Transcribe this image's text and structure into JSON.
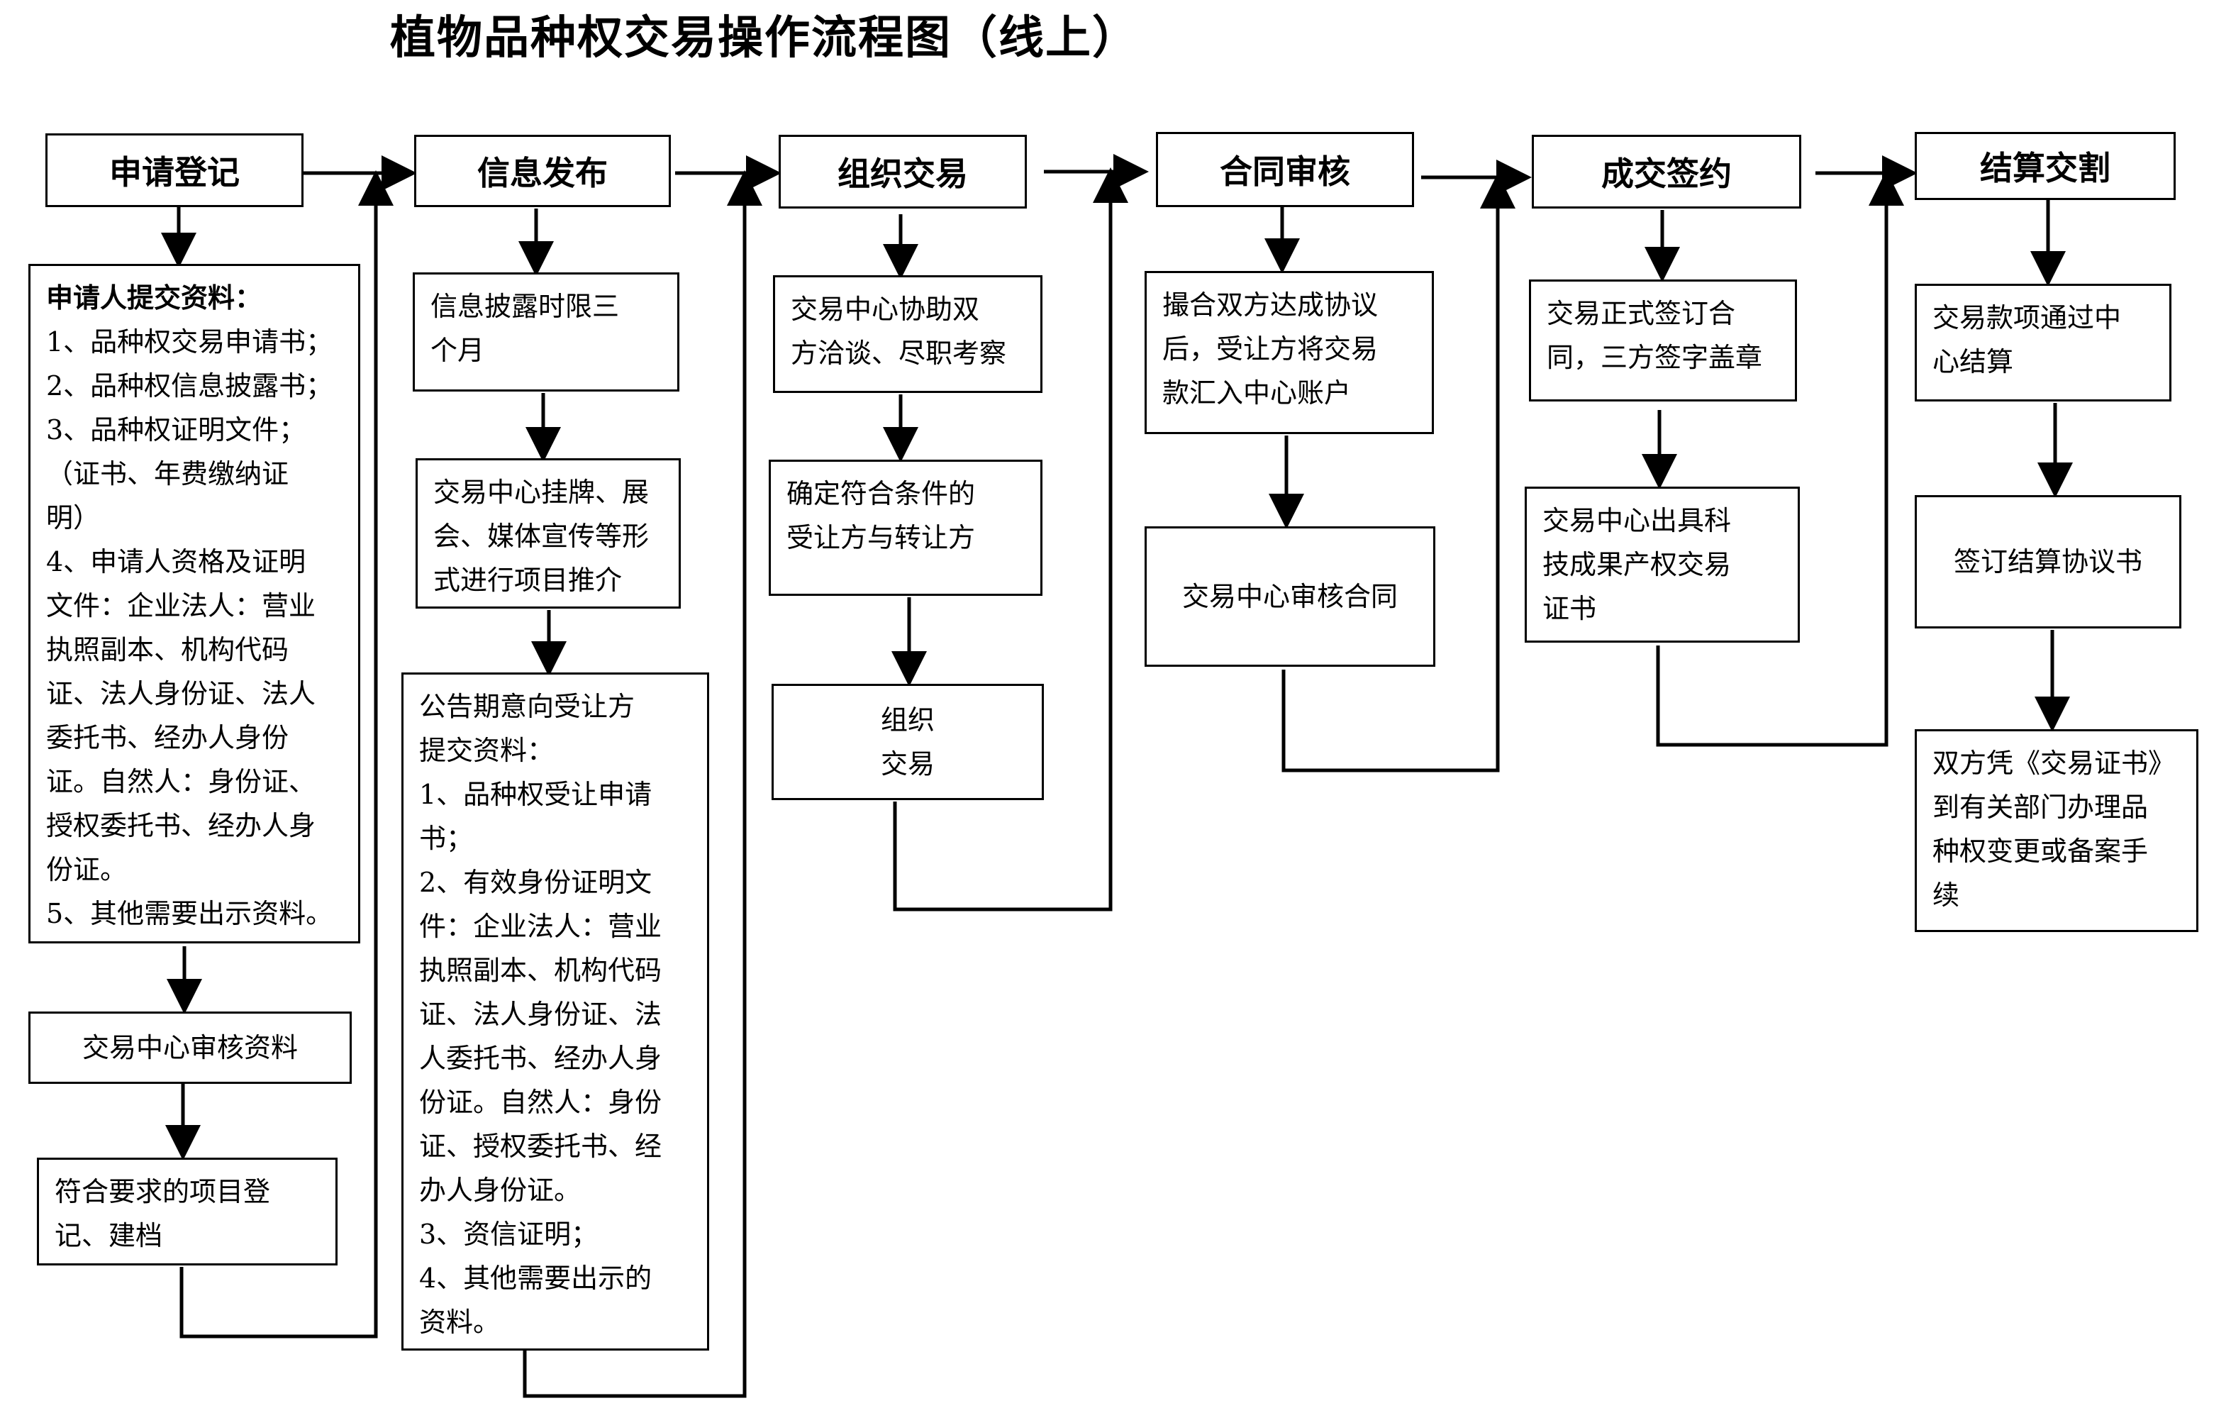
{
  "title": "植物品种权交易操作流程图（线上）",
  "stages": [
    {
      "header": "申请登记",
      "boxes": [
        {
          "lines": [
            {
              "text": "申请人提交资料：",
              "bold": true
            },
            {
              "text": "1、品种权交易申请书；"
            },
            {
              "text": "2、品种权信息披露书；"
            },
            {
              "text": "3、品种权证明文件；"
            },
            {
              "text": "（证书、年费缴纳证"
            },
            {
              "text": "明）"
            },
            {
              "text": "4、申请人资格及证明"
            },
            {
              "text": "文件：企业法人：营业"
            },
            {
              "text": "执照副本、机构代码"
            },
            {
              "text": "证、法人身份证、法人"
            },
            {
              "text": "委托书、经办人身份"
            },
            {
              "text": "证。自然人：身份证、"
            },
            {
              "text": "授权委托书、经办人身"
            },
            {
              "text": "份证。"
            },
            {
              "text": "5、其他需要出示资料。"
            }
          ]
        },
        {
          "lines": [
            {
              "text": "交易中心审核资料"
            }
          ]
        },
        {
          "lines": [
            {
              "text": "符合要求的项目登"
            },
            {
              "text": "记、建档"
            }
          ]
        }
      ]
    },
    {
      "header": "信息发布",
      "boxes": [
        {
          "lines": [
            {
              "text": "信息披露时限三"
            },
            {
              "text": "个月"
            }
          ]
        },
        {
          "lines": [
            {
              "text": "交易中心挂牌、展"
            },
            {
              "text": "会、媒体宣传等形"
            },
            {
              "text": "式进行项目推介"
            }
          ]
        },
        {
          "lines": [
            {
              "text": "公告期意向受让方"
            },
            {
              "text": "提交资料："
            },
            {
              "text": "1、品种权受让申请"
            },
            {
              "text": "书；"
            },
            {
              "text": "2、有效身份证明文"
            },
            {
              "text": "件：企业法人：营业"
            },
            {
              "text": "执照副本、机构代码"
            },
            {
              "text": "证、法人身份证、法"
            },
            {
              "text": "人委托书、经办人身"
            },
            {
              "text": "份证。自然人：身份"
            },
            {
              "text": "证、授权委托书、经"
            },
            {
              "text": "办人身份证。"
            },
            {
              "text": "3、资信证明；"
            },
            {
              "text": "4、其他需要出示的"
            },
            {
              "text": "资料。"
            }
          ]
        }
      ]
    },
    {
      "header": "组织交易",
      "boxes": [
        {
          "lines": [
            {
              "text": "交易中心协助双"
            },
            {
              "text": "方洽谈、尽职考察"
            }
          ]
        },
        {
          "lines": [
            {
              "text": "确定符合条件的"
            },
            {
              "text": "受让方与转让方"
            }
          ]
        },
        {
          "lines": [
            {
              "text": "组织"
            },
            {
              "text": "交易"
            }
          ]
        }
      ]
    },
    {
      "header": "合同审核",
      "boxes": [
        {
          "lines": [
            {
              "text": "撮合双方达成协议"
            },
            {
              "text": "后，受让方将交易"
            },
            {
              "text": "款汇入中心账户"
            }
          ]
        },
        {
          "lines": [
            {
              "text": "交易中心审核合同"
            }
          ]
        }
      ]
    },
    {
      "header": "成交签约",
      "boxes": [
        {
          "lines": [
            {
              "text": "交易正式签订合"
            },
            {
              "text": "同，三方签字盖章"
            }
          ]
        },
        {
          "lines": [
            {
              "text": "交易中心出具科"
            },
            {
              "text": "技成果产权交易"
            },
            {
              "text": "证书"
            }
          ]
        }
      ]
    },
    {
      "header": "结算交割",
      "boxes": [
        {
          "lines": [
            {
              "text": "交易款项通过中"
            },
            {
              "text": "心结算"
            }
          ]
        },
        {
          "lines": [
            {
              "text": "签订结算协议书"
            }
          ]
        },
        {
          "lines": [
            {
              "text": "双方凭《交易证书》"
            },
            {
              "text": "到有关部门办理品"
            },
            {
              "text": "种权变更或备案手"
            },
            {
              "text": "续"
            }
          ]
        }
      ]
    }
  ]
}
